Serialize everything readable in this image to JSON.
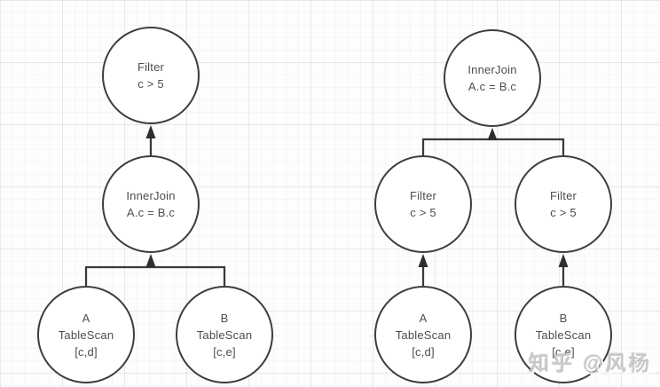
{
  "diagram": {
    "left_tree": {
      "filter": {
        "lines": [
          "Filter",
          "c > 5"
        ]
      },
      "inner_join": {
        "lines": [
          "InnerJoin",
          "A.c = B.c"
        ]
      },
      "table_scan_a": {
        "lines": [
          "A",
          "TableScan",
          "[c,d]"
        ]
      },
      "table_scan_b": {
        "lines": [
          "B",
          "TableScan",
          "[c,e]"
        ]
      }
    },
    "right_tree": {
      "inner_join": {
        "lines": [
          "InnerJoin",
          "A.c = B.c"
        ]
      },
      "filter_a": {
        "lines": [
          "Filter",
          "c > 5"
        ]
      },
      "filter_b": {
        "lines": [
          "Filter",
          "c > 5"
        ]
      },
      "table_scan_a": {
        "lines": [
          "A",
          "TableScan",
          "[c,d]"
        ]
      },
      "table_scan_b": {
        "lines": [
          "B",
          "TableScan",
          "[c,e]"
        ]
      }
    },
    "watermark": "知乎 @风杨"
  },
  "colors": {
    "node_border": "#3d3d3d",
    "edge": "#3a3a3a",
    "arrowhead": "#2e2e2e",
    "node_text": "#4d4d4d",
    "watermark_gray": "#c8c8c8",
    "background": "#fdfdfd",
    "grid_line": "#ececec"
  }
}
